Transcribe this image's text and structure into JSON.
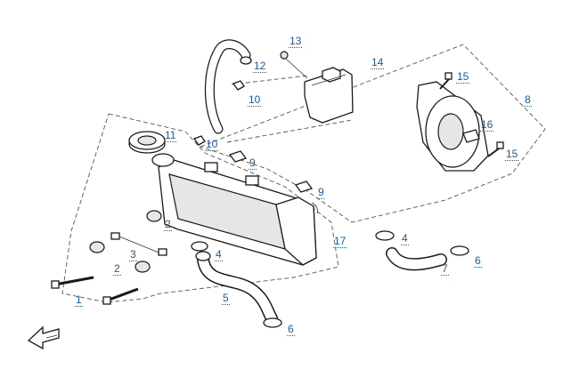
{
  "callouts": {
    "c1": "1",
    "c2a": "2",
    "c2b": "2",
    "c3": "3",
    "c4a": "4",
    "c4b": "4",
    "c5": "5",
    "c6a": "6",
    "c6b": "6",
    "c7": "7",
    "c8": "8",
    "c9a": "9",
    "c9b": "9",
    "c10a": "10",
    "c10b": "10",
    "c11": "11",
    "c12": "12",
    "c13": "13",
    "c14": "14",
    "c15a": "15",
    "c15b": "15",
    "c16": "16",
    "c17": "17"
  },
  "colors": {
    "callout": "#1f5aa6",
    "line": "#1a1a1a"
  },
  "icons": {
    "front_direction": "arrow-icon"
  }
}
